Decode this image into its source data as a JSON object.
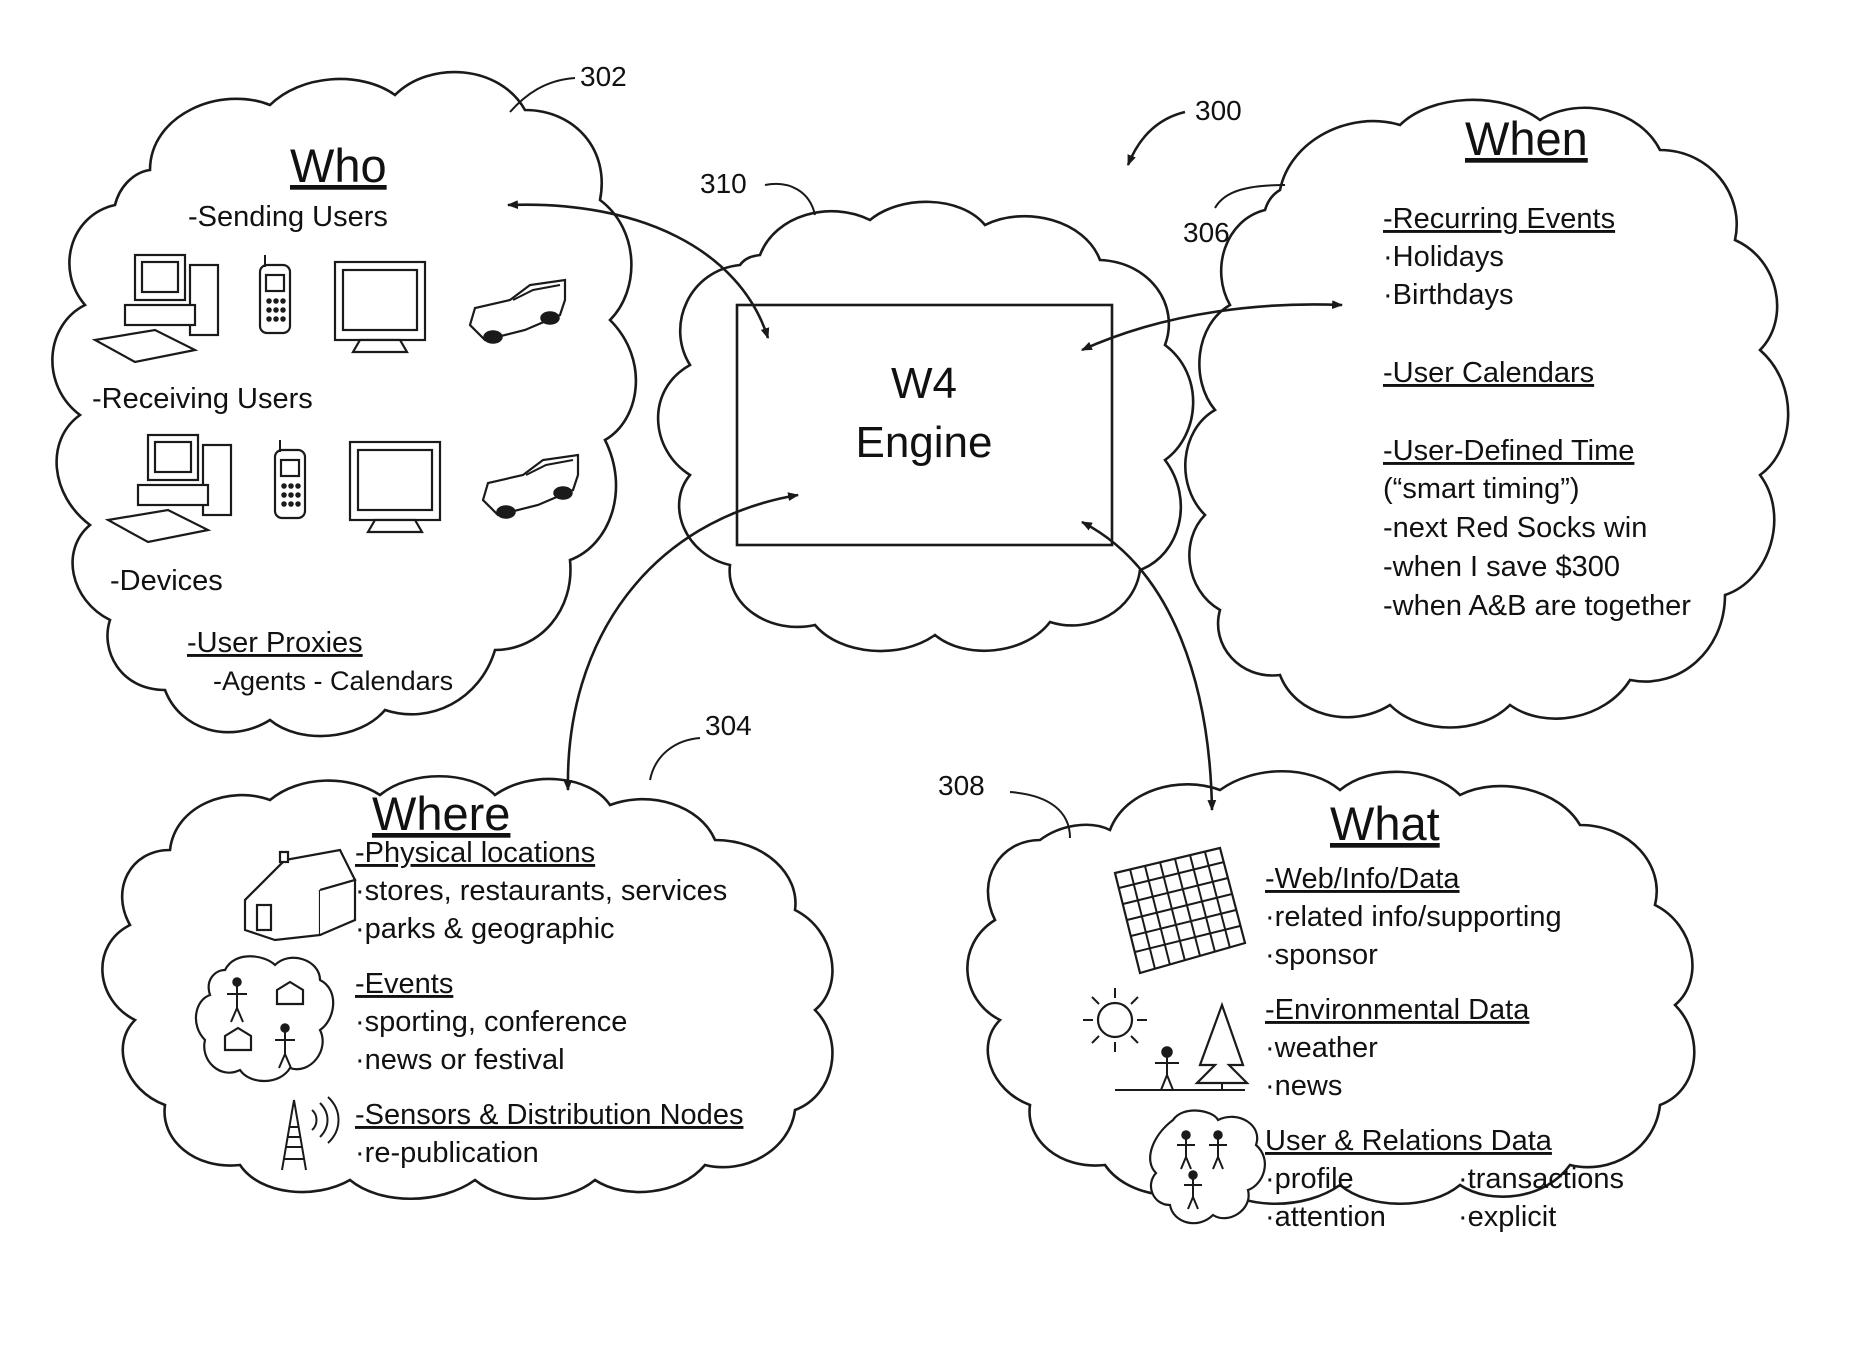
{
  "figure_number": "300",
  "engine": {
    "ref": "310",
    "line1": "W4",
    "line2": "Engine"
  },
  "who": {
    "ref": "302",
    "title": "Who",
    "sending": "-Sending Users",
    "receiving": "-Receiving Users",
    "devices": "-Devices",
    "proxies": "-User Proxies",
    "proxies_detail": "-Agents - Calendars",
    "icons": [
      "desktop-computer-icon",
      "cell-phone-icon",
      "monitor-icon",
      "car-icon"
    ]
  },
  "when": {
    "ref": "306",
    "title": "When",
    "recurring": "-Recurring Events",
    "holidays": "·Holidays",
    "birthdays": "·Birthdays",
    "calendars": "-User Calendars",
    "user_defined": "-User-Defined Time",
    "smart": "(“smart timing”)",
    "red_sox": "-next Red Socks win",
    "save": "-when I save $300",
    "together": "-when A&B are together"
  },
  "where": {
    "ref": "304",
    "title": "Where",
    "physical": "-Physical locations",
    "stores": "·stores, restaurants, services",
    "parks": "·parks & geographic",
    "events": "-Events",
    "sporting": "·sporting, conference",
    "news": "·news or festival",
    "sensors": "-Sensors & Distribution Nodes",
    "republication": "·re-publication",
    "icons": [
      "house-icon",
      "event-group-icon",
      "radio-tower-icon"
    ]
  },
  "what": {
    "ref": "308",
    "title": "What",
    "web": "-Web/Info/Data",
    "related": "·related info/supporting",
    "sponsor": "·sponsor",
    "environmental": "-Environmental Data",
    "weather": "·weather",
    "news": "·news",
    "relations": "User & Relations Data",
    "profile": "·profile",
    "transactions": "·transactions",
    "attention": "·attention",
    "explicit": "·explicit",
    "icons": [
      "grid-data-icon",
      "sun-icon",
      "tree-person-icon",
      "people-group-icon"
    ]
  }
}
